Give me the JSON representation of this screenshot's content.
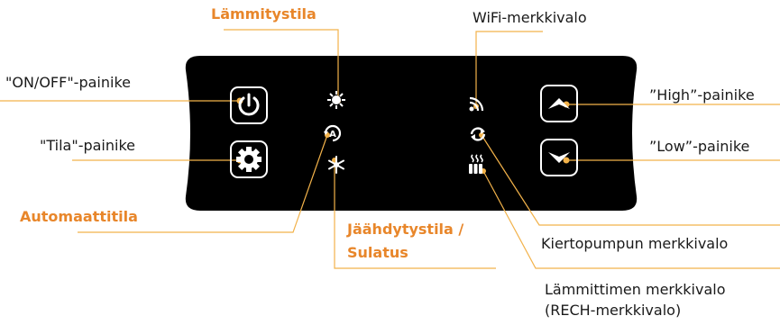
{
  "labels": {
    "heating_mode": "Lämmitystila",
    "wifi_indicator": "WiFi-merkkivalo",
    "on_off_button": "\"ON/OFF\"-painike",
    "mode_button": "\"Tila\"-painike",
    "high_button": "”High”-painike",
    "low_button": "”Low”-painike",
    "auto_mode": "Automaattitila",
    "cooling_mode_line1": "Jäähdytystila /",
    "cooling_mode_line2": "Sulatus",
    "pump_indicator": "Kiertopumpun merkkivalo",
    "heater_indicator_line1": "Lämmittimen merkkivalo",
    "heater_indicator_line2": "(RECH-merkkivalo)"
  },
  "colors": {
    "accent": "#e8862a",
    "leader": "#f2b24a",
    "panel": "#000000",
    "text": "#1a1a1a"
  },
  "icons": {
    "power": "power-icon",
    "gear": "gear-icon",
    "sun": "sun-icon",
    "auto": "auto-mode-icon",
    "snowflake": "snowflake-icon",
    "wifi": "wifi-icon",
    "pump": "pump-icon",
    "heater": "heater-icon",
    "up": "chevron-up-icon",
    "down": "chevron-down-icon"
  }
}
